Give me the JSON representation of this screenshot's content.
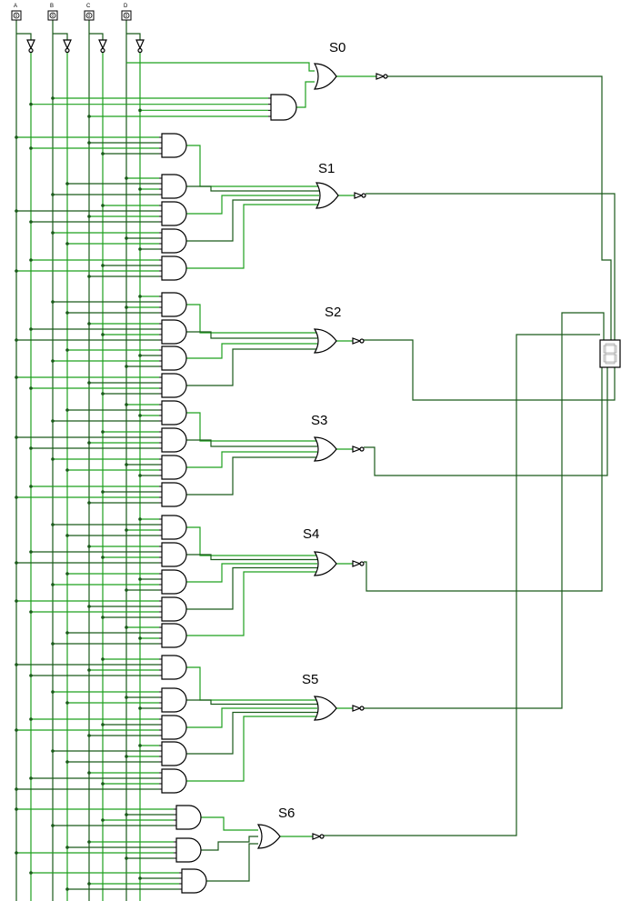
{
  "circuit": {
    "inputs": [
      {
        "label": "A",
        "value": "0"
      },
      {
        "label": "B",
        "value": "0"
      },
      {
        "label": "C",
        "value": "0"
      },
      {
        "label": "D",
        "value": "0"
      }
    ],
    "outputs": [
      {
        "label": "S0"
      },
      {
        "label": "S1"
      },
      {
        "label": "S2"
      },
      {
        "label": "S3"
      },
      {
        "label": "S4"
      },
      {
        "label": "S5"
      },
      {
        "label": "S6"
      }
    ],
    "colors": {
      "wire_active": "#1ea01e",
      "wire_inactive": "#1a5a1a",
      "gate_outline": "#000000"
    },
    "display": "seven-segment-display"
  }
}
